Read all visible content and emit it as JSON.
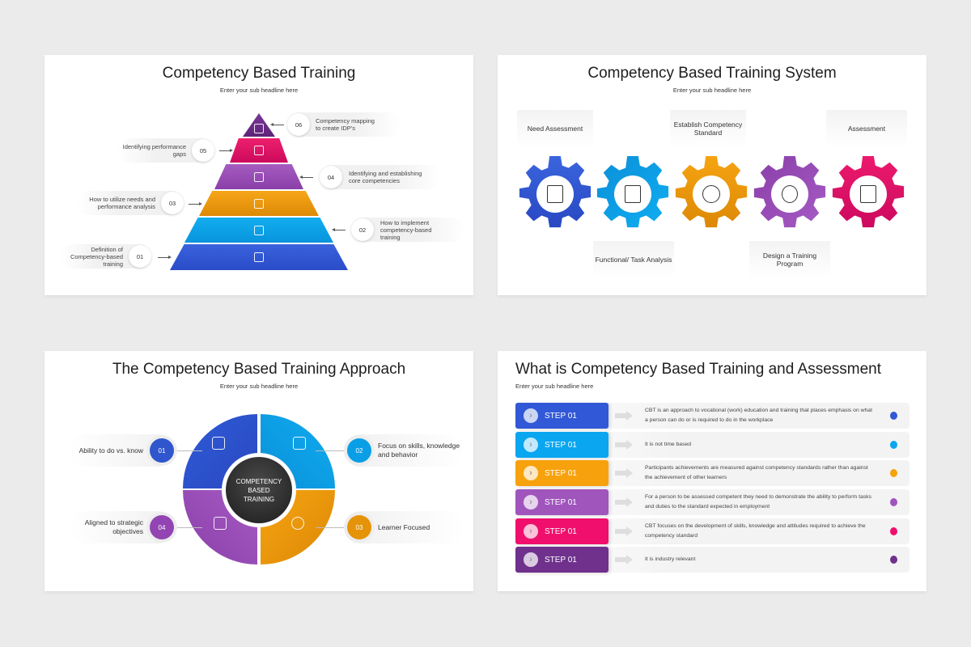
{
  "colors": {
    "blue": "#3257d4",
    "cyan": "#0aa2ea",
    "orange": "#f29b0a",
    "purple": "#9c4fb8",
    "magenta": "#e40f6a",
    "violet": "#6e2f8a",
    "background": "#ebebeb",
    "dark": "#2a2a2a"
  },
  "slide1": {
    "title": "Competency Based Training",
    "subtitle": "Enter your sub headline here",
    "layers": [
      {
        "num": "06",
        "text": "Competency mapping to create IDP's",
        "side": "right",
        "icon": "idp-map-icon",
        "color": "#6e2f8a"
      },
      {
        "num": "05",
        "text": "Identifying performance gaps",
        "side": "left",
        "icon": "performance-gap-icon",
        "color": "#e40f6a"
      },
      {
        "num": "04",
        "text": "Identifying and establishing core competencies",
        "side": "right",
        "icon": "core-competency-icon",
        "color": "#9c4fb8"
      },
      {
        "num": "03",
        "text": "How to utilize needs and performance analysis",
        "side": "left",
        "icon": "analysis-icon",
        "color": "#f29b0a"
      },
      {
        "num": "02",
        "text": "How to implement competency-based training",
        "side": "right",
        "icon": "implement-icon",
        "color": "#0aa2ea"
      },
      {
        "num": "01",
        "text": "Definition of Competency-based training",
        "side": "left",
        "icon": "clipboard-icon",
        "color": "#3257d4"
      }
    ]
  },
  "slide2": {
    "title": "Competency Based Training System",
    "subtitle": "Enter your sub headline here",
    "gears": [
      {
        "label": "Need Assessment",
        "position": "top",
        "color": "#3257d4",
        "icon": "checklist-icon"
      },
      {
        "label": "Functional/ Task Analysis",
        "position": "bottom",
        "color": "#0aa2ea",
        "icon": "document-search-icon"
      },
      {
        "label": "Establish Competency Standard",
        "position": "top",
        "color": "#f29b0a",
        "icon": "target-person-icon"
      },
      {
        "label": "Design a Training Program",
        "position": "bottom",
        "color": "#9c4fb8",
        "icon": "gears-hands-icon"
      },
      {
        "label": "Assessment",
        "position": "top",
        "color": "#e40f6a",
        "icon": "magnify-gear-icon"
      }
    ]
  },
  "slide3": {
    "title": "The Competency Based Training Approach",
    "subtitle": "Enter your sub headline here",
    "center": [
      "COMPETENCY",
      "BASED",
      "TRAINING"
    ],
    "items": [
      {
        "num": "01",
        "text": "Ability to do vs. know",
        "color": "#3257d4",
        "icon": "people-board-icon"
      },
      {
        "num": "02",
        "text": "Focus on skills, knowledge and behavior",
        "color": "#0aa2ea",
        "icon": "person-list-icon"
      },
      {
        "num": "03",
        "text": "Learner Focused",
        "color": "#f29b0a",
        "icon": "head-brain-icon"
      },
      {
        "num": "04",
        "text": "Aligned to strategic objectives",
        "color": "#9c4fb8",
        "icon": "network-icon"
      }
    ]
  },
  "slide4": {
    "title": "What is Competency Based Training and Assessment",
    "subtitle": "Enter your sub headline here",
    "steps": [
      {
        "label": "STEP 01",
        "color": "#3257d4",
        "desc": "CBT is an approach to vocational (work) education and training that places emphasis on what a person can do or is required to do in the workplace"
      },
      {
        "label": "STEP 01",
        "color": "#0aa2ea",
        "desc": "It is not time based"
      },
      {
        "label": "STEP 01",
        "color": "#f29b0a",
        "desc": "Participants achievements are measured against competency standards rather than against the achievement of other learners"
      },
      {
        "label": "STEP 01",
        "color": "#9c4fb8",
        "desc": "For a person to be assessed competent they need to demonstrate the ability to perform tasks and duties to the standard expected in employment"
      },
      {
        "label": "STEP 01",
        "color": "#e40f6a",
        "desc": "CBT focuses on the development of skills, knowledge and attitudes required to achieve the competency standard"
      },
      {
        "label": "STEP 01",
        "color": "#6e2f8a",
        "desc": "It is industry relevant"
      }
    ]
  }
}
